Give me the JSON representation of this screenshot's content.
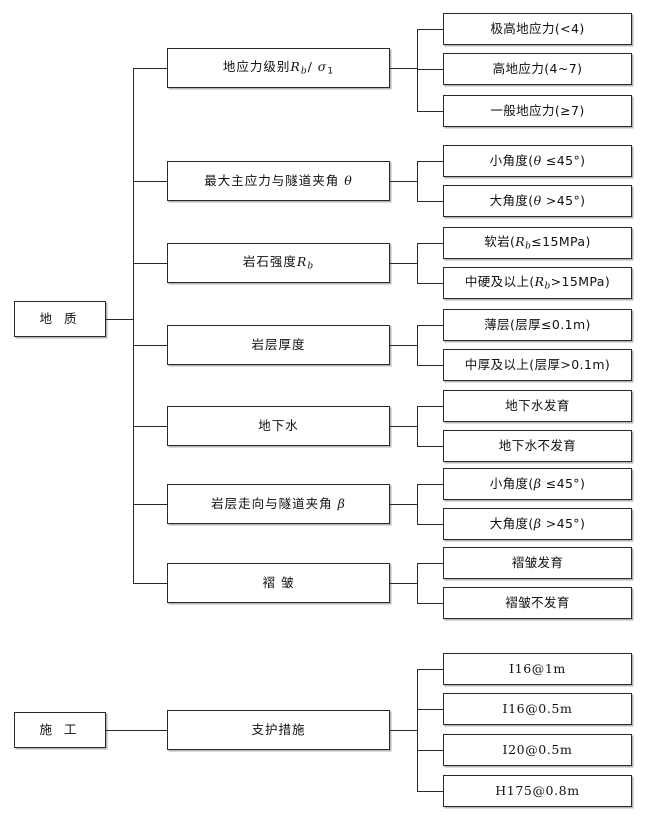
{
  "diagram": {
    "type": "hierarchy-tree",
    "title_visible": false,
    "colors": {
      "line": "#2a2a2a",
      "box_border": "#2a2a2a",
      "background": "#ffffff",
      "text": "#111111",
      "shadow": "#787878"
    }
  },
  "sections": [
    {
      "root": {
        "label": "地  质"
      },
      "branches": [
        {
          "label_html": "地应力级别R<sub>b</sub>/ σ<sub>1</sub>",
          "label_plain": "地应力级别Rb/ σ1",
          "leaves": [
            {
              "label": "极高地应力(<4)"
            },
            {
              "label": "高地应力(4~7)"
            },
            {
              "label": "一般地应力(≥7)"
            }
          ]
        },
        {
          "label_html": "最大主应力与隧道夹角 θ",
          "label_plain": "最大主应力与隧道夹角 θ",
          "leaves": [
            {
              "label": "小角度(θ ≤45°)"
            },
            {
              "label": "大角度(θ >45°)"
            }
          ]
        },
        {
          "label_html": "岩石强度R<sub>b</sub>",
          "label_plain": "岩石强度Rb",
          "leaves": [
            {
              "label": "软岩(Rb≤15MPa)"
            },
            {
              "label": "中硬及以上(Rb>15MPa)"
            }
          ]
        },
        {
          "label_html": "岩层厚度",
          "label_plain": "岩层厚度",
          "leaves": [
            {
              "label": "薄层(层厚≤0.1m)"
            },
            {
              "label": "中厚及以上(层厚>0.1m)"
            }
          ]
        },
        {
          "label_html": "地下水",
          "label_plain": "地下水",
          "leaves": [
            {
              "label": "地下水发育"
            },
            {
              "label": "地下水不发育"
            }
          ]
        },
        {
          "label_html": "岩层走向与隧道夹角 β",
          "label_plain": "岩层走向与隧道夹角 β",
          "leaves": [
            {
              "label": "小角度(β ≤45°)"
            },
            {
              "label": "大角度(β >45°)"
            }
          ]
        },
        {
          "label_html": "褶  皱",
          "label_plain": "褶  皱",
          "leaves": [
            {
              "label": "褶皱发育"
            },
            {
              "label": "褶皱不发育"
            }
          ]
        }
      ]
    },
    {
      "root": {
        "label": "施  工"
      },
      "branches": [
        {
          "label_html": "支护措施",
          "label_plain": "支护措施",
          "leaves": [
            {
              "label": "I16@1m"
            },
            {
              "label": "I16@0.5m"
            },
            {
              "label": "I20@0.5m"
            },
            {
              "label": "H175@0.8m"
            }
          ]
        }
      ]
    }
  ]
}
